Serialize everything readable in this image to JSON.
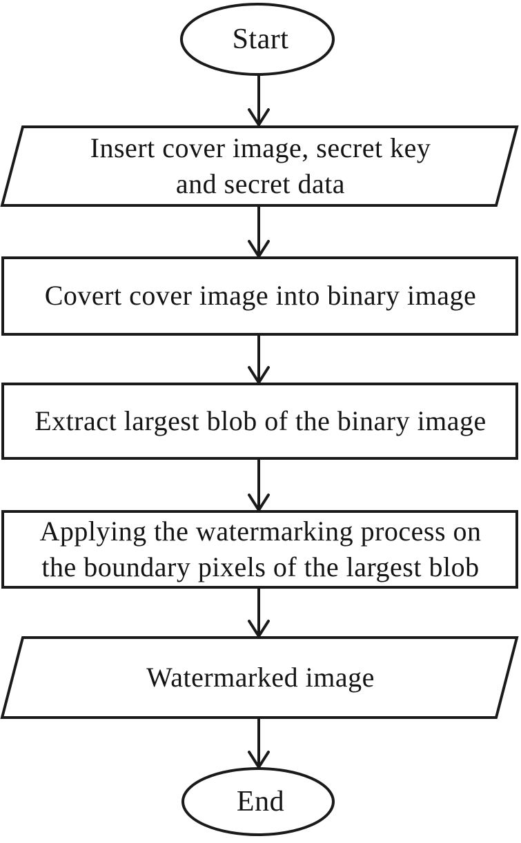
{
  "flowchart": {
    "colors": {
      "stroke": "#1a1a1a",
      "text": "#141414",
      "background": "#ffffff"
    },
    "nodes": [
      {
        "id": "start",
        "type": "terminator",
        "label": "Start"
      },
      {
        "id": "input",
        "type": "io",
        "lines": [
          "Insert cover image, secret key",
          "and secret data"
        ]
      },
      {
        "id": "convert",
        "type": "process",
        "lines": [
          "Covert cover image into binary image"
        ]
      },
      {
        "id": "extract",
        "type": "process",
        "lines": [
          "Extract largest blob of the binary image"
        ]
      },
      {
        "id": "watermark",
        "type": "process",
        "lines": [
          "Applying the watermarking process on",
          "the boundary pixels of the largest blob"
        ]
      },
      {
        "id": "output",
        "type": "io",
        "lines": [
          "Watermarked image"
        ]
      },
      {
        "id": "end",
        "type": "terminator",
        "label": "End"
      }
    ]
  }
}
